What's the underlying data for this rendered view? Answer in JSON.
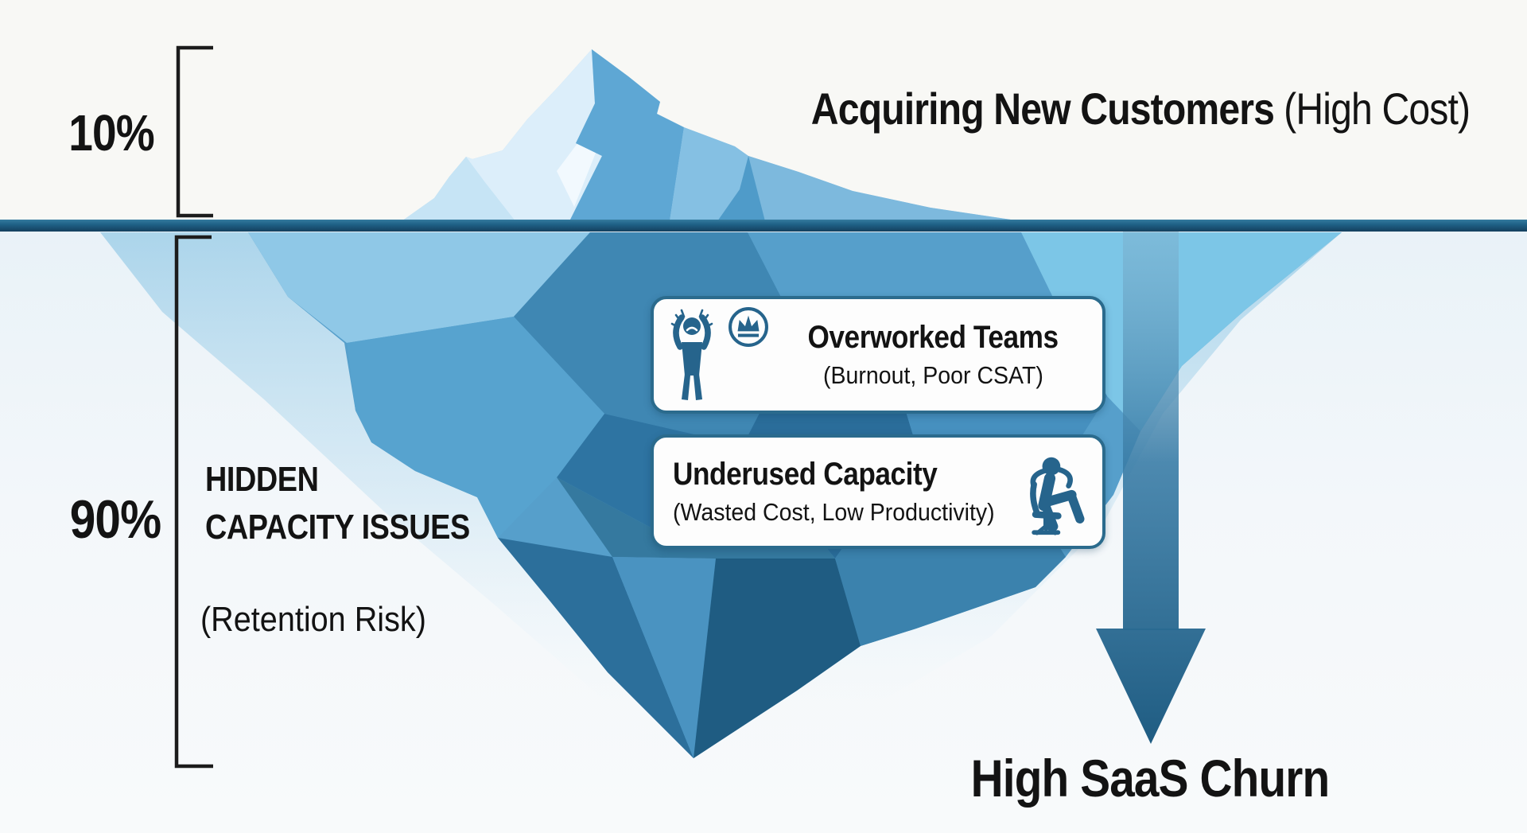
{
  "surface": {
    "percent": "10%",
    "title": "Acquiring New Customers",
    "title_note": "(High Cost)"
  },
  "underwater": {
    "percent": "90%",
    "heading_line1": "HIDDEN",
    "heading_line2": "CAPACITY ISSUES",
    "note": "(Retention Risk)"
  },
  "cards": [
    {
      "title": "Overworked Teams",
      "subtitle": "(Burnout, Poor CSAT)",
      "icons": [
        "stressed-person-icon",
        "crown-icon"
      ]
    },
    {
      "title": "Underused Capacity",
      "subtitle": "(Wasted Cost, Low Productivity)",
      "icons": [
        "relaxed-person-icon"
      ]
    }
  ],
  "outcome": {
    "label": "High SaaS Churn"
  },
  "colors": {
    "background_above": "#f8f8f5",
    "background_below": "#eef4f8",
    "waterline": "#1d5b7e",
    "iceberg_above_light": "#dceefa",
    "iceberg_above_mid": "#a9d4ee",
    "iceberg_above_dark": "#5ea7d4",
    "iceberg_below_light": "#8fc8e7",
    "iceberg_below_mid": "#4f9cc9",
    "iceberg_below_dark": "#1f5c82",
    "water_wash": "#a8d3ea",
    "arrow": "#2b6e96",
    "card_border": "#2b6b8d",
    "card_background": "#fdfdfd",
    "icon_blue": "#26648c",
    "text": "#131313",
    "bracket": "#1c1c1c"
  }
}
